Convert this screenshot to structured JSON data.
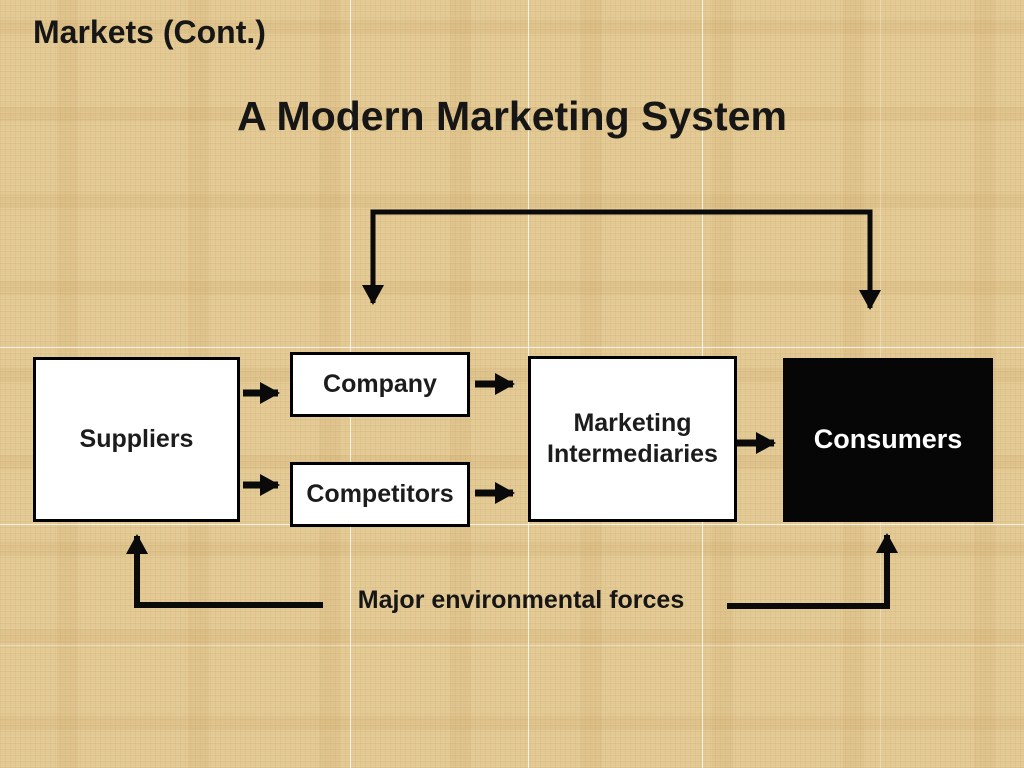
{
  "slide": {
    "header": "Markets (Cont.)",
    "title": "A Modern Marketing System",
    "caption": "Major environmental forces"
  },
  "boxes": {
    "suppliers": "Suppliers",
    "company": "Company",
    "competitors": "Competitors",
    "intermediaries": "Marketing Intermediaries",
    "consumers": "Consumers"
  },
  "icons": {
    "arrow_right": "right-arrow connectors between boxes",
    "arrow_down": "top feedback bracket arrows into Company and Consumers",
    "arrow_up": "environmental forces arrows into Suppliers and Consumers"
  },
  "colors": {
    "background": "#e3c993",
    "box_fill": "#ffffff",
    "box_border": "#000000",
    "consumers_fill": "#060606",
    "consumers_text": "#ffffff",
    "text": "#161616",
    "arrow": "#0a0a0a",
    "gridline": "#ffffff"
  }
}
